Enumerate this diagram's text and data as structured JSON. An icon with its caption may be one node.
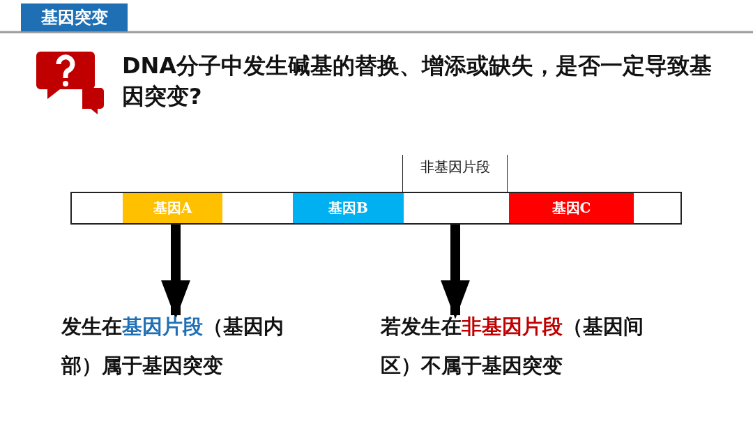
{
  "diagram": {
    "title": "基因突变",
    "nodes": [
      {
        "text": [],
        "shape": "box"
      },
      {
        "text": [
          "基因A"
        ],
        "in": 0
      },
      {
        "text": [
          "基因B"
        ],
        "in": 0
      },
      {
        "text": [
          "非基因片段"
        ]
      },
      {
        "text": [
          "基因C"
        ],
        "in": 0
      },
      {
        "text": [
          "发生在**基因片段**（基因内部）属于基因突变"
        ]
      },
      {
        "text": [
          "若发生在**非基因片段**（基因间区）不属于基因突变"
        ]
      }
    ],
    "edges": [
      {
        "from": 1,
        "to": 5,
        "arrow": "to"
      },
      {
        "from": 3,
        "to": 6,
        "arrow": "to"
      }
    ],
    "labels": [
      "DNA分子中发生碱基的替换、增添或缺失，是否一定导致基因突变?"
    ]
  }
}
